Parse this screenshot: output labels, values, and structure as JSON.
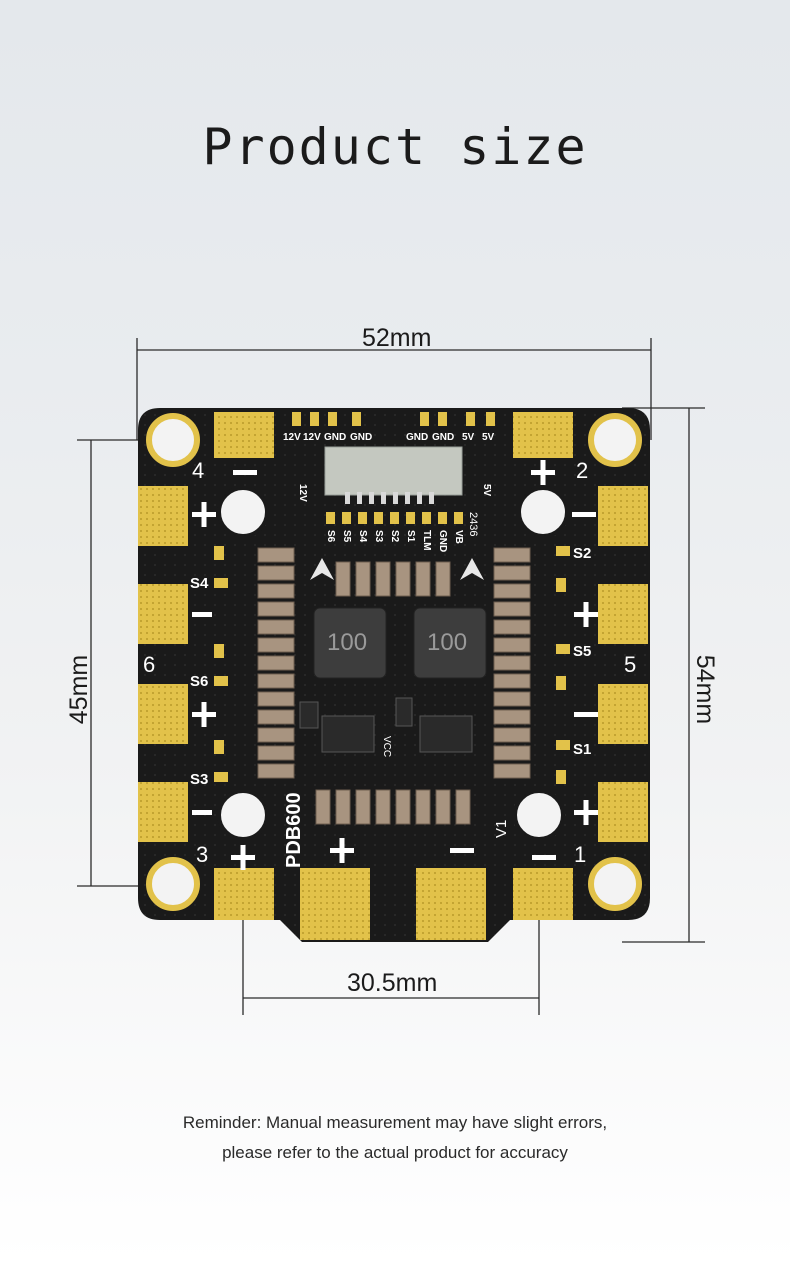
{
  "page": {
    "title": "Product size"
  },
  "dimensions": {
    "width": "52mm",
    "height": "54mm",
    "hole_height": "45mm",
    "hole_width": "30.5mm"
  },
  "board": {
    "model": "PDB600",
    "date_code": "2436",
    "top_pads": [
      "12V",
      "12V",
      "GND",
      "GND",
      "GND",
      "GND",
      "5V",
      "5V"
    ],
    "vertical_labels": [
      "12V",
      "5V"
    ],
    "signal_labels": [
      "S6",
      "S5",
      "S4",
      "S3",
      "S2",
      "S1",
      "TLM",
      "GND",
      "VB"
    ],
    "corner_numbers": [
      "4",
      "2",
      "6",
      "5",
      "3",
      "1"
    ],
    "side_labels": [
      "S4",
      "S6",
      "S3",
      "S2",
      "S5",
      "S1"
    ],
    "inductor_marking": "100",
    "misc_labels": [
      "V1",
      "VCC"
    ]
  },
  "reminder": {
    "line1": "Reminder: Manual measurement may have slight errors,",
    "line2": "please refer to the actual product for accuracy"
  },
  "colors": {
    "board": "#1a1a1a",
    "pad_gold": "#e2c24a",
    "text": "#1b1b1b"
  }
}
